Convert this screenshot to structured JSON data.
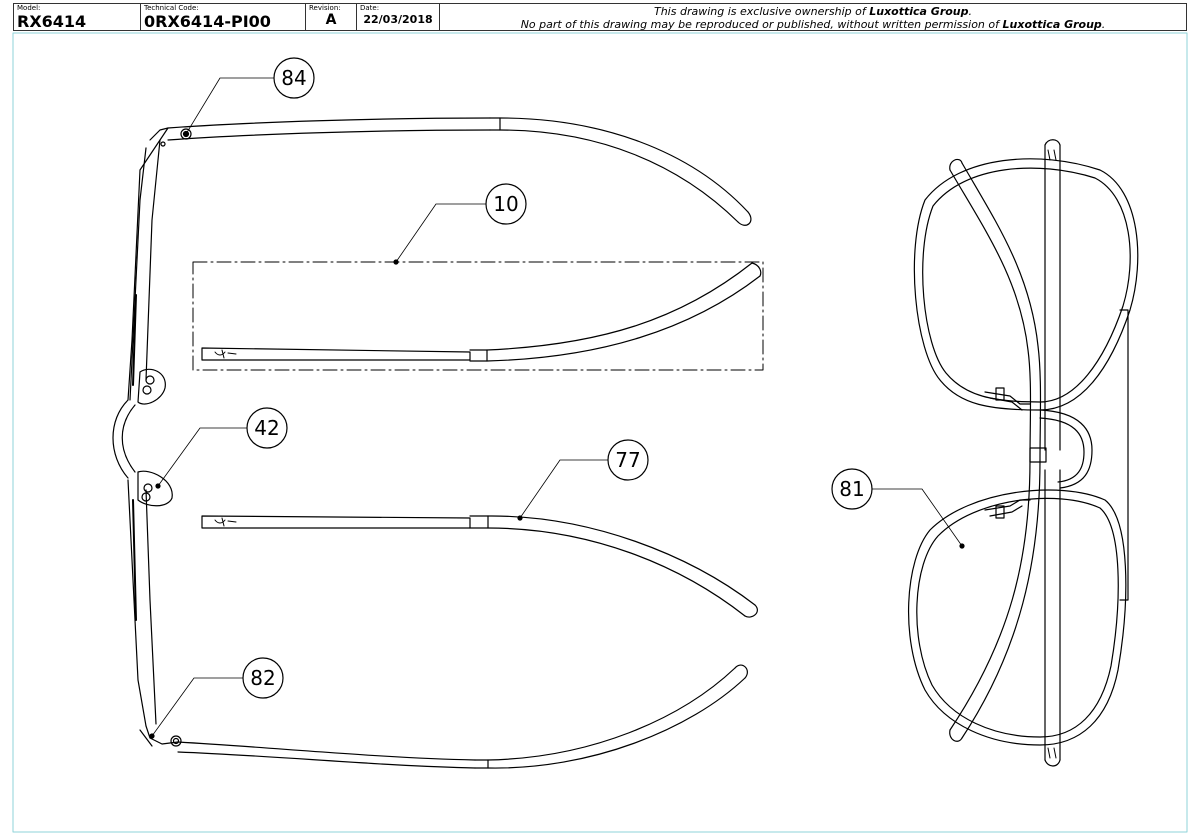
{
  "title_block": {
    "model": {
      "label": "Model:",
      "value": "RX6414"
    },
    "technical_code": {
      "label": "Technical Code:",
      "value": "0RX6414-PI00"
    },
    "revision": {
      "label": "Revision:",
      "value": "A"
    },
    "date": {
      "label": "Date:",
      "value": "22/03/2018"
    },
    "notice_line1_a": "This drawing is exclusive ownership of ",
    "notice_line1_b": "Luxottica Group",
    "notice_line1_c": ".",
    "notice_line2_a": "No part of this drawing may be reproduced or published, without written permission of ",
    "notice_line2_b": "Luxottica Group",
    "notice_line2_c": "."
  },
  "callouts": [
    {
      "id": "84"
    },
    {
      "id": "10"
    },
    {
      "id": "42"
    },
    {
      "id": "77"
    },
    {
      "id": "82"
    },
    {
      "id": "81"
    }
  ],
  "colors": {
    "line": "#000000",
    "border": "#8fd3d8",
    "paper": "#ffffff"
  }
}
